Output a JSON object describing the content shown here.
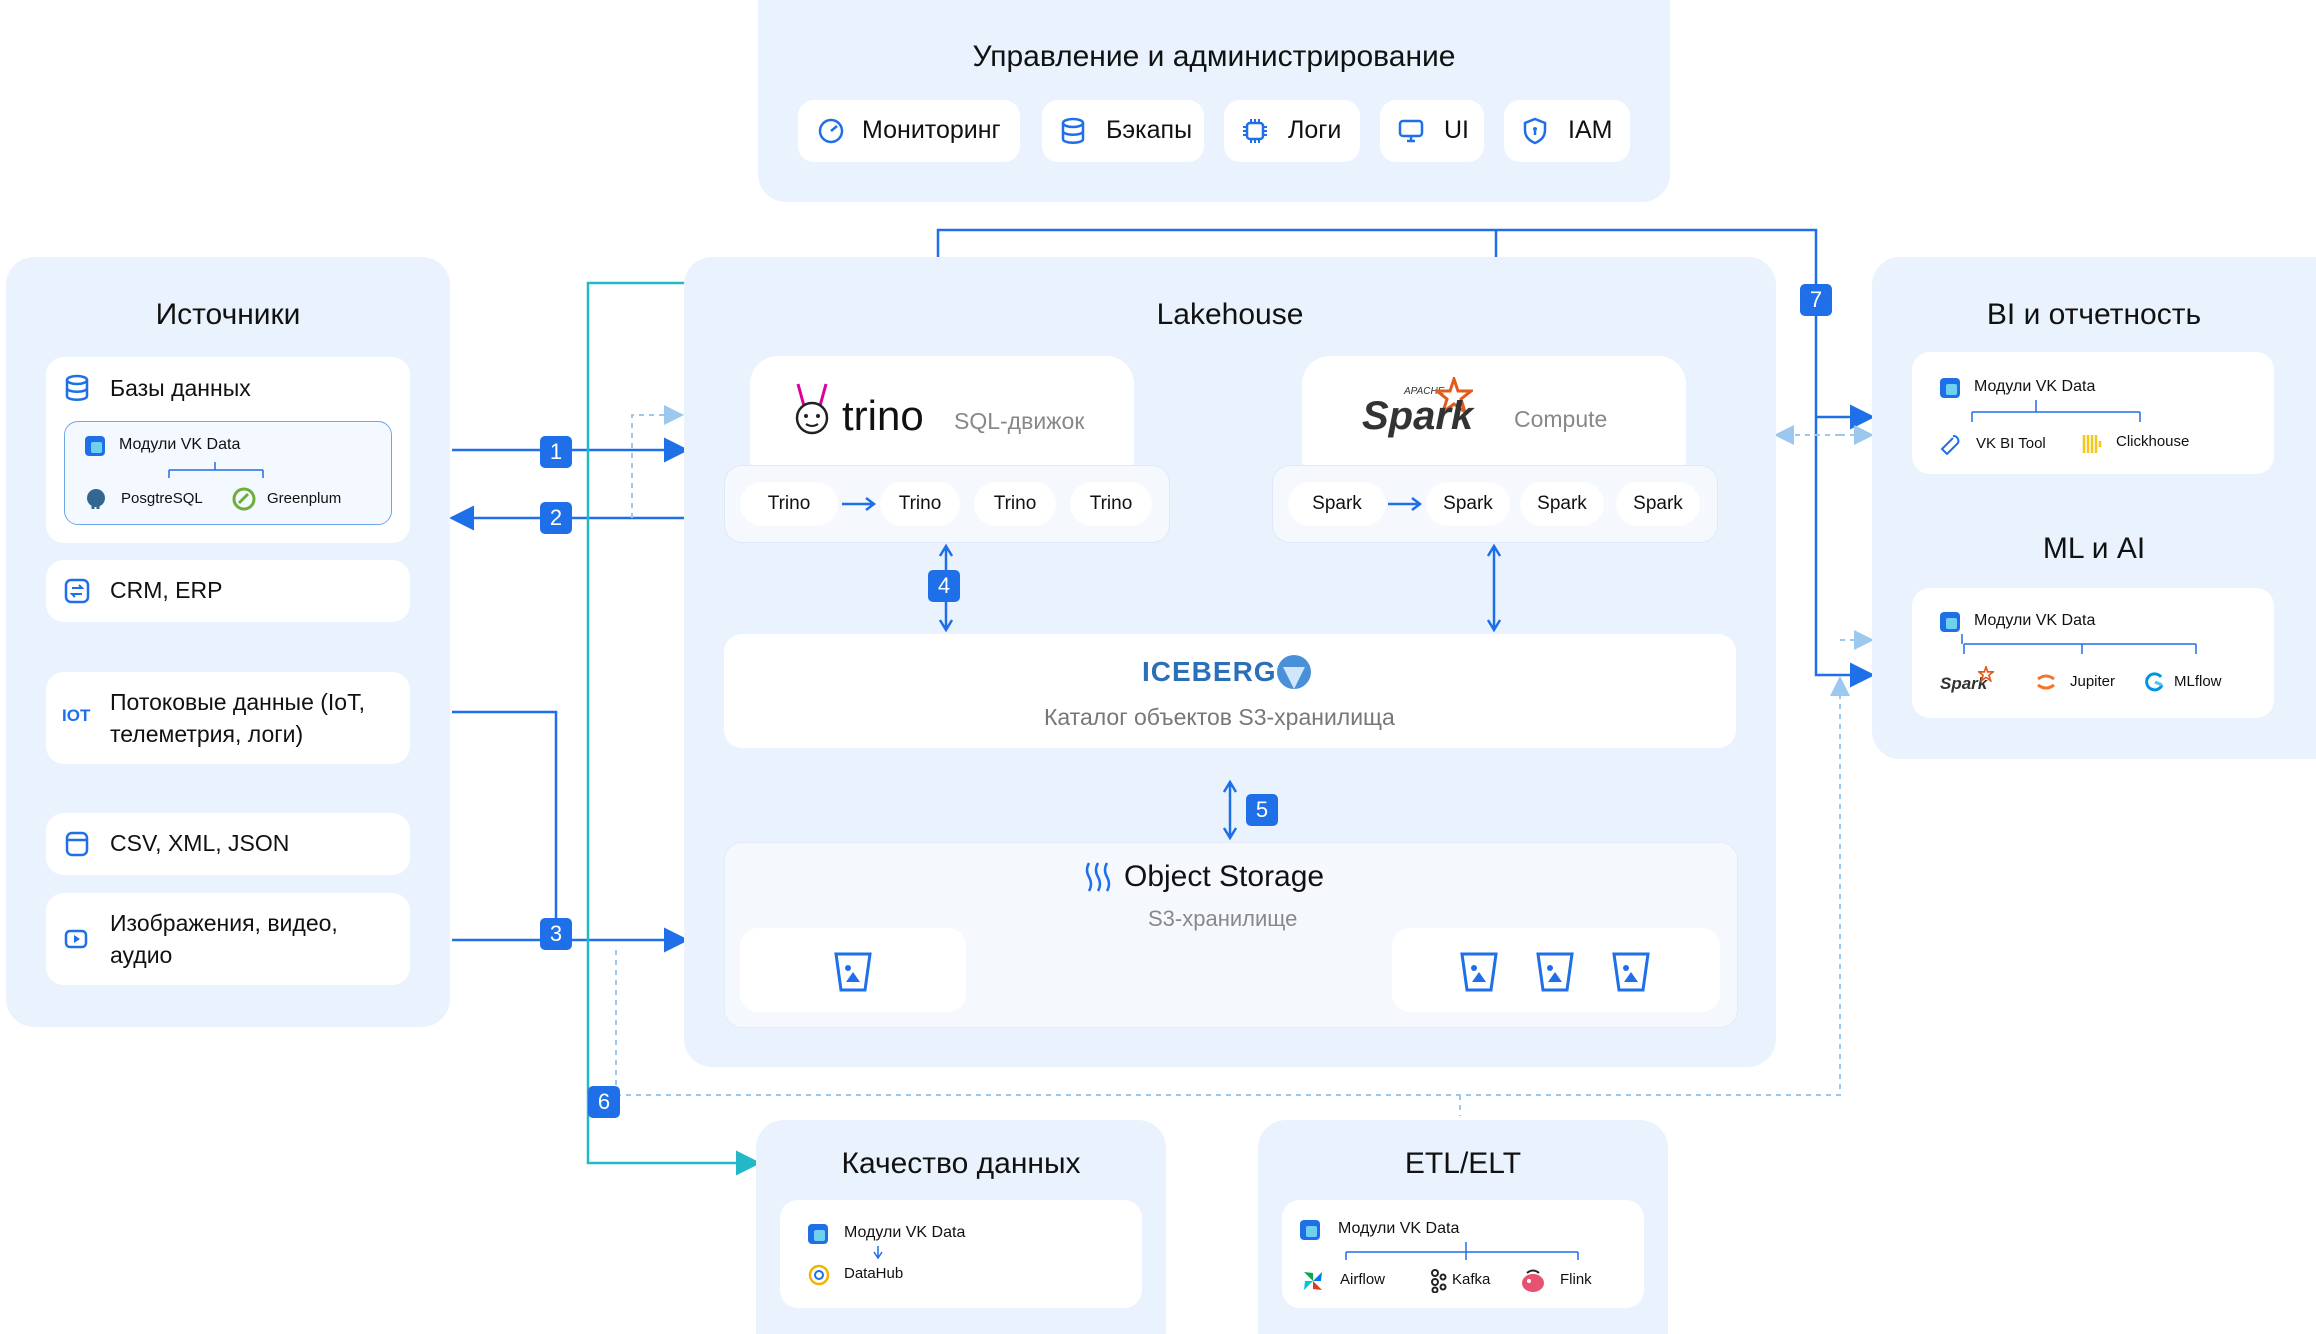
{
  "management": {
    "title": "Управление и администрирование",
    "items": [
      "Мониторинг",
      "Бэкапы",
      "Логи",
      "UI",
      "IAM"
    ]
  },
  "sources": {
    "title": "Источники",
    "databases": "Базы данных",
    "vk_modules": "Модули VK Data",
    "postgres": "PosgtreSQL",
    "greenplum": "Greenplum",
    "crm": "CRM, ERP",
    "streaming": "Потоковые данные (IoT, телеметрия, логи)",
    "iot_label": "IOT",
    "csv": "CSV, XML, JSON",
    "media": "Изображения, видео, аудио"
  },
  "lakehouse": {
    "title": "Lakehouse",
    "trino_name": "trino",
    "trino_sub": "SQL-движок",
    "trino_nodes": [
      "Trino",
      "Trino",
      "Trino",
      "Trino"
    ],
    "spark_apache": "APACHE",
    "spark_name": "Spark",
    "spark_sub": "Compute",
    "spark_nodes": [
      "Spark",
      "Spark",
      "Spark",
      "Spark"
    ],
    "iceberg": "ICEBERG",
    "iceberg_sub": "Каталог объектов S3-хранилища",
    "storage": "Object Storage",
    "storage_sub": "S3-хранилище"
  },
  "bi": {
    "title": "BI и отчетность",
    "vk_modules": "Модули VK Data",
    "items": [
      "VK BI Tool",
      "Clickhouse"
    ]
  },
  "ml": {
    "title": "ML и AI",
    "vk_modules": "Модули VK Data",
    "items": [
      "Jupiter",
      "MLflow"
    ],
    "spark_logo": "Spark"
  },
  "quality": {
    "title": "Качество данных",
    "vk_modules": "Модули VK Data",
    "items": [
      "DataHub"
    ]
  },
  "etl": {
    "title": "ETL/ELT",
    "vk_modules": "Модули VK Data",
    "items": [
      "Airflow",
      "Kafka",
      "Flink"
    ]
  },
  "badges": [
    "1",
    "2",
    "3",
    "4",
    "5",
    "6",
    "7"
  ],
  "colors": {
    "accent": "#1f6fe8",
    "panel": "#eaf3fd",
    "teal": "#22b8c8",
    "dotted": "#9cc7ee"
  }
}
